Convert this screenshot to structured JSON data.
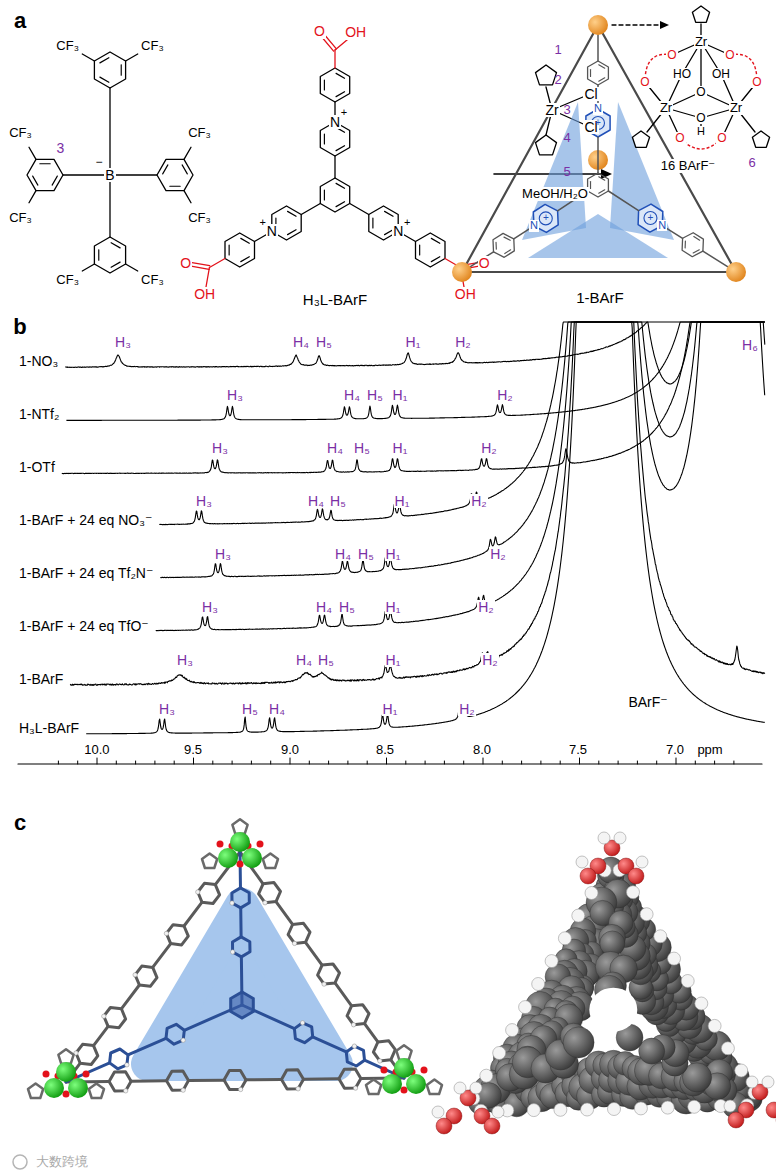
{
  "diagram": {
    "labels": [
      "a",
      "CF₃",
      "CF₃",
      "CF₃",
      "CF₃",
      "CF₃",
      "CF₃",
      "CF₃",
      "CF₃",
      "3",
      "B",
      "−",
      "O",
      "OH",
      "N",
      "+",
      "N",
      "+",
      "N",
      "+",
      "O",
      "OH",
      "O",
      "OH",
      "H₃L-BArF",
      "Zr",
      "Cl",
      "Cl",
      "MeOH/H₂O",
      "1",
      "2",
      "3",
      "4",
      "5",
      "N",
      "+",
      "N",
      "+",
      "N",
      "+",
      "1-BArF",
      "Zr",
      "Zr",
      "Zr",
      "HO",
      "OH",
      "O",
      "O",
      "H",
      "O",
      "O",
      "O",
      "O",
      "O",
      "O",
      "6",
      "16 BArF⁻",
      "b",
      "1-NO₃",
      "1-NTf₂",
      "1-OTf",
      "1-BArF + 24 eq NO₃⁻",
      "1-BArF + 24 eq Tf₂N⁻",
      "1-BArF + 24 eq TfO⁻",
      "1-BArF",
      "H₃L-BArF",
      "H₃",
      "H₄",
      "H₅",
      "H₁",
      "H₂",
      "H₆",
      "H₃",
      "H₄",
      "H₅",
      "H₁",
      "H₂",
      "H₃",
      "H₄",
      "H₅",
      "H₁",
      "H₂",
      "H₃",
      "H₄",
      "H₅",
      "H₁",
      "H₂",
      "H₃",
      "H₄",
      "H₅",
      "H₁",
      "H₂",
      "H₃",
      "H₄",
      "H₅",
      "H₁",
      "H₂",
      "H₃",
      "H₄",
      "H₅",
      "H₁",
      "H₂",
      "H₃",
      "H₅",
      "H₄",
      "H₁",
      "H₂",
      "BArF⁻",
      "10.0",
      "9.5",
      "9.0",
      "8.5",
      "8.0",
      "7.5",
      "7.0",
      "ppm",
      "c",
      "大数跨境"
    ]
  }
}
